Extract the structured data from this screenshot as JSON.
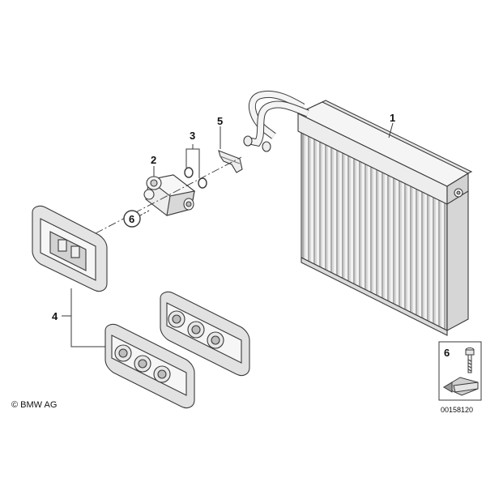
{
  "diagram": {
    "callouts": {
      "c1": "1",
      "c2": "2",
      "c3": "3",
      "c4": "4",
      "c5": "5",
      "c6": "6",
      "c6_inset": "6"
    },
    "copyright": "© BMW AG",
    "figure_id": "00158120"
  },
  "colors": {
    "line": "#3a3a3a",
    "part_fill": "#ededed",
    "shade": "#cfcfcf"
  }
}
